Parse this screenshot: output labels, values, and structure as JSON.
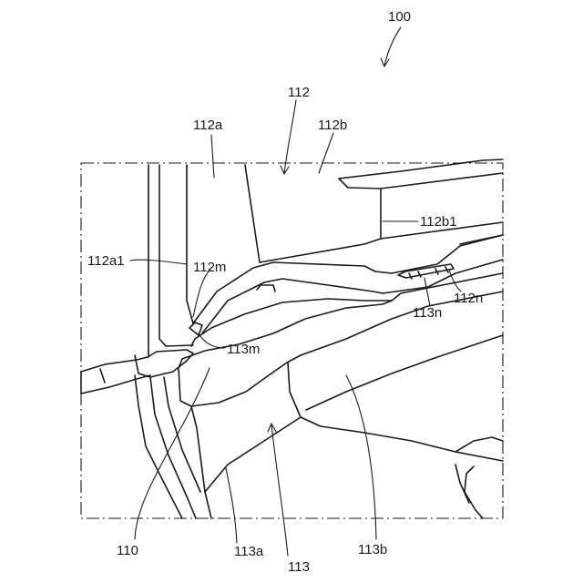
{
  "labels": {
    "assembly": "100",
    "upper_part": "112",
    "upper_part_a": "112a",
    "upper_part_b": "112b",
    "upper_part_b1": "112b1",
    "upper_part_a1": "112a1",
    "upper_part_m": "112m",
    "upper_part_n": "112n",
    "lower_part_n": "113n",
    "lower_part_m": "113m",
    "base_part": "110",
    "lower_part_a": "113a",
    "lower_part": "113",
    "lower_part_b": "113b"
  }
}
